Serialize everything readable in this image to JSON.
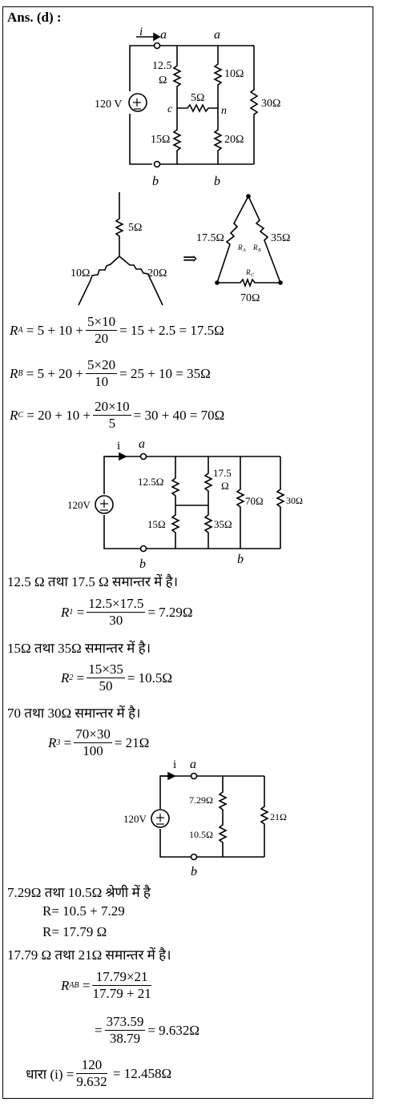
{
  "top_cut": "(            )",
  "answer_label": "Ans. (d) :",
  "circuit1": {
    "current": "i",
    "a1": "a",
    "a2": "a",
    "b1": "b",
    "b2": "b",
    "c": "c",
    "n": "n",
    "source": "120 V",
    "r12_5a": "12.5",
    "r12_5b": "Ω",
    "r10": "10Ω",
    "r5": "5Ω",
    "r30": "30Ω",
    "r15": "15Ω",
    "r20": "20Ω"
  },
  "star": {
    "r5": "5Ω",
    "r10": "10Ω",
    "r20": "20Ω",
    "arrow": "⇒",
    "ra": "17.5Ω",
    "rb": "35Ω",
    "rc": "70Ω",
    "la": "R",
    "la_sub": "A",
    "lb": "R",
    "lb_sub": "B",
    "lc": "R",
    "lc_sub": "C"
  },
  "eq_ra": {
    "lhs": "R",
    "sub": "A",
    "pre": "= 5 + 10 +",
    "num": "5×10",
    "den": "20",
    "post": "= 15 + 2.5 = 17.5Ω"
  },
  "eq_rb": {
    "lhs": "R",
    "sub": "B",
    "pre": "= 5 + 20 +",
    "num": "5×20",
    "den": "10",
    "post": "= 25 + 10 = 35Ω"
  },
  "eq_rc": {
    "lhs": "R",
    "sub": "C",
    "pre": "= 20 + 10 +",
    "num": "20×10",
    "den": "5",
    "post": "= 30 + 40 = 70Ω"
  },
  "circuit2": {
    "current": "i",
    "a": "a",
    "b1": "b",
    "b2": "b",
    "source": "120V",
    "r12_5": "12.5Ω",
    "r17_5a": "17.5",
    "r17_5b": "Ω",
    "r70": "70Ω",
    "r30": "30Ω",
    "r15": "15Ω",
    "r35": "35Ω"
  },
  "line1": "12.5 Ω तथा 17.5 Ω समान्तर में है।",
  "eq_r1": {
    "lhs": "R",
    "sub": "1",
    "num": "12.5×17.5",
    "den": "30",
    "post": "= 7.29Ω"
  },
  "line2": "15Ω तथा 35Ω समान्तर में है।",
  "eq_r2": {
    "lhs": "R",
    "sub": "2",
    "num": "15×35",
    "den": "50",
    "post": "= 10.5Ω"
  },
  "line3": "70 तथा 30Ω समान्तर में है।",
  "eq_r3": {
    "lhs": "R",
    "sub": "3",
    "num": "70×30",
    "den": "100",
    "post": "= 21Ω"
  },
  "circuit3": {
    "current": "i",
    "a": "a",
    "b": "b",
    "source": "120V",
    "r7_29": "7.29Ω",
    "r10_5": "10.5Ω",
    "r21": "21Ω"
  },
  "line4": "7.29Ω तथा 10.5Ω श्रेणी में है",
  "line5": "R= 10.5 + 7.29",
  "line6": "R= 17.79 Ω",
  "line7": "17.79 Ω तथा 21Ω समान्तर में है।",
  "eq_rab": {
    "lhs": "R",
    "sub": "AB",
    "num": "17.79×21",
    "den": "17.79 + 21"
  },
  "eq_rab2": {
    "num": "373.59",
    "den": "38.79",
    "post": "= 9.632Ω"
  },
  "eq_i": {
    "lhs": "धारा (i) =",
    "num": "120",
    "den": "9.632",
    "post": "= 12.458Ω"
  }
}
